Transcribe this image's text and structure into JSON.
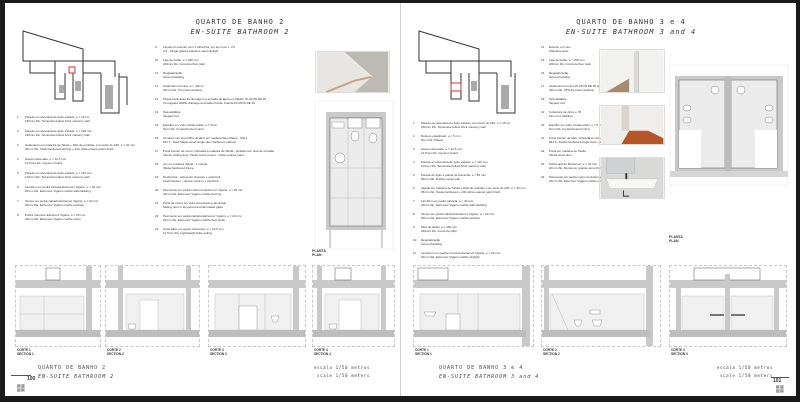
{
  "left_page": {
    "title_pt": "QUARTO DE BANHO 2",
    "title_en": "EN-SUITE BATHROOM 2",
    "footer_title_pt": "QUARTO DE BANHO 2",
    "footer_title_en": "EN-SUITE BATHROOM 2",
    "scale_pt": "escala 1/50 metros",
    "scale_en": "scale 1/50 meters",
    "page_number": "100",
    "plan_label": [
      "PLANTA",
      "PLAN"
    ],
    "sections": [
      {
        "pt": "CORTE 1",
        "en": "SECTION 1"
      },
      {
        "pt": "CORTE 2",
        "en": "SECTION 2"
      },
      {
        "pt": "CORTE 3",
        "en": "SECTION 3"
      },
      {
        "pt": "CORTE 4",
        "en": "SECTION 4"
      }
    ],
    "specs_col1": [
      {
        "n": "1",
        "l1": "Parede em alvenaria de tijolo vazado, e = 15 cm",
        "l2": "150mm thk. Terracotta hollow brick masonry wall"
      },
      {
        "n": "2",
        "l1": "Parede em alvenaria de tijolo vazado, e = 220 mm",
        "l2": "220mm thk. Terracotta hollow brick masonry wall"
      },
      {
        "n": "3",
        "l1": "Isolamento em madeira de Tatula + Ditis de ondulas, com tecto de 23K, e = 32 mm",
        "l2": "32mm thk. Tatuli hardwood skirting + 23K white enamel paint finish"
      },
      {
        "n": "4",
        "l1": "Gesso cartonado, e = 12,5 mm",
        "l2": "12.5mm thk. Gypsum board"
      },
      {
        "n": "5",
        "l1": "Parede em alvenaria de tijolo vazado, e = 110 mm",
        "l2": "110mm thk. Terracotta hollow brick masonry wall"
      },
      {
        "n": "6",
        "l1": "Lambrim em pedra calcaria Estremoz Vigario, e = 20 mm",
        "l2": "20mm thk. Estremoz Vigario marble wall cladding"
      },
      {
        "n": "7",
        "l1": "Tampo em pedra calcaria Estremoz Vigario, e = 20 mm",
        "l2": "20mm thk. Estremoz Vigario marble worktop"
      },
      {
        "n": "8",
        "l1": "Pedra marmore Estremoz Vigario, e = 20 mm",
        "l2": "20mm thk. Estremoz Vigario marble stone"
      }
    ],
    "specs_col2": [
      {
        "n": "9",
        "l1": "Lanternim exterior com 1 folha fixa, em aço inox c. 3.5",
        "l2": "3.5 - Single glazed stainless steel skylight"
      },
      {
        "n": "10",
        "l1": "Laje de betão, e = 200 mm",
        "l2": "200mm thk. Concrete floor slab"
      },
      {
        "n": "11",
        "l1": "Regularização",
        "l2": "Screed bedding"
      },
      {
        "n": "12",
        "l1": "Isolamento térmico, e = 30mm",
        "l2": "30mm thk. Thermal insulation"
      },
      {
        "n": "13",
        "l1": "Peças cerâmicas de drenagem e entrada de água em PEAD, PLATON DE 25",
        "l2": "Corrugated HDPE drainage and water barrier boards PLATON DE 25"
      },
      {
        "n": "14",
        "l1": "Tela asfáltica",
        "l2": "Tapped roof"
      },
      {
        "n": "15",
        "l1": "Espelho em vidro cristal polido, e = 5mm",
        "l2": "5mm thk. Crystal frosted mirror"
      },
      {
        "n": "16",
        "l1": "Armário com uma folha de abrir em madeira Sani Maple - MH 1",
        "l2": "MH 1 - Hard Maple wood single door bathroom cabinet"
      },
      {
        "n": "17",
        "l1": "Porta interior de correr, folheada a madeira de Tatula - pintada com tinta de esmalte",
        "l2": "Interior sliding door, Tatula wood veneer - white enamel paint"
      },
      {
        "n": "18",
        "l1": "Aro em madeira Tatula - 1 cornija",
        "l2": "Tatula hardwood frame"
      },
      {
        "n": "19",
        "l1": "Ducha fixa - coluna de chuveiro + estrutura",
        "l2": "Fixed shower - shower column + structure"
      },
      {
        "n": "20",
        "l1": "Pavimento em pedra marmore Estremoz Vigario, e = 20 mm",
        "l2": "20mm thk. Estremoz Vigario marble flooring"
      },
      {
        "n": "21",
        "l1": "Porta de correr em vidro temperado e laminado",
        "l2": "Sliding door in tempered and laminated glass"
      },
      {
        "n": "22",
        "l1": "Pavimento em pedra calcaria Estremoz Vigario, e = 20 mm",
        "l2": "20mm thk. Estremoz Vigario marble floor finish"
      },
      {
        "n": "23",
        "l1": "Tecto falso em gesso cartonado, e = 12,5 mm",
        "l2": "12.5mm thk. Lightweight false ceiling"
      }
    ]
  },
  "right_page": {
    "title_pt": "QUARTO DE BANHO 3 e 4",
    "title_en": "EN-SUITE BATHROOM 3 and 4",
    "footer_title_pt": "QUARTO DE BANHO 3 e 4",
    "footer_title_en": "EN-SUITE BATHROOM 3 and 4",
    "scale_pt": "escala 1/50 metros",
    "scale_en": "scale 1/50 meters",
    "page_number": "101",
    "plan_label": [
      "PLANTA",
      "PLAN"
    ],
    "sections": [
      {
        "pt": "CORTE 1",
        "en": "SECTION 1"
      },
      {
        "pt": "CORTE 2",
        "en": "SECTION 2"
      },
      {
        "pt": "CORTE 3",
        "en": "SECTION 3"
      }
    ],
    "specs_col1": [
      {
        "n": "1",
        "l1": "Parede em alvenaria de tijolo vazado, com tecto de 23K, e = 15 cm",
        "l2": "150mm thk. Terracotta hollow brick masonry wall"
      },
      {
        "n": "2",
        "l1": "Reboco estanhado, e = 5 mm",
        "l2": "5mm thk. Plaster"
      },
      {
        "n": "3",
        "l1": "Gesso cartonado, e = 12,5 mm",
        "l2": "12.5mm thk. Gypsum board"
      },
      {
        "n": "4",
        "l1": "Parede em alvenaria de tijolo vazado, e = 110 mm",
        "l2": "110mm thk. Terracotta hollow brick masonry wall"
      },
      {
        "n": "5",
        "l1": "Parede de tijolo e painel de borracha, e = 80 mm",
        "l2": "80mm thk. Rubber panel wall"
      },
      {
        "n": "6",
        "l1": "Alçado em madeira de Tatula + Ditis de ondulas, com tecto de 23K, e = 35 mm",
        "l2": "35mm thk. Tatula hardwood + 23K white enamel paint finish"
      },
      {
        "n": "7",
        "l1": "Lambrim em pedra calcaria, e = 20 mm",
        "l2": "20mm thk. Estremoz Vigario marble wall cladding"
      },
      {
        "n": "8",
        "l1": "Tampo em pedra calcaria Estremoz Vigario, e = 20 mm",
        "l2": "20mm thk. Estremoz Vigario marble worktop"
      },
      {
        "n": "9",
        "l1": "Pilar de betão, e = 200 mm",
        "l2": "200mm thk. Concrete pillar"
      },
      {
        "n": "10",
        "l1": "Regularização",
        "l2": "Screed bedding"
      },
      {
        "n": "11",
        "l1": "Lanternim em pedra marmore Estremoz Vigario, e = 20 mm",
        "l2": "20mm thk. Estremoz Vigario marble skylight"
      },
      {
        "n": "12",
        "l1": "Isolamento térmico, e = 30 mm",
        "l2": "30mm thk. Thermal insulation"
      },
      {
        "n": "13",
        "l1": "Tecto falso em gesso cartonado, e = 12,5 mm",
        "l2": "240 x 15 x 15mm thk. Gypsum ceiling"
      }
    ],
    "specs_col2": [
      {
        "n": "14",
        "l1": "Exterior em inox",
        "l2": "Stainless steel"
      },
      {
        "n": "15",
        "l1": "Laje de betão, e = 200 mm",
        "l2": "200mm thk. Concrete floor slab"
      },
      {
        "n": "16",
        "l1": "Regularização",
        "l2": "Screed bedding"
      },
      {
        "n": "17",
        "l1": "Isolamento térmico PLATON DE 25 de impermeável",
        "l2": "40mm thk. XPS thermal insulation"
      },
      {
        "n": "18",
        "l1": "Tela asfáltica",
        "l2": "Tapped roof"
      },
      {
        "n": "19",
        "l1": "Cobertura de zinco e 78",
        "l2": "Zinc roof cladding"
      },
      {
        "n": "20",
        "l1": "Espelho em vidro cristal polido, e = 5 mm",
        "l2": "5mm thk. Crystal frosted mirror"
      },
      {
        "n": "21",
        "l1": "Porta interior de abrir, folheada a madeira de Tatula - pintada Maple - MH 3",
        "l2": "MH 3 - Tatula hardwood single door + 23K white enamel paint"
      },
      {
        "n": "22",
        "l1": "Porta em madeira de Tatula",
        "l2": "Tatula wood door"
      },
      {
        "n": "23",
        "l1": "Pedra granito Montemor, e = 20 mm",
        "l2": "20mm thk. Montemor granite stone floor"
      },
      {
        "n": "24",
        "l1": "Pavimento em pedra marmore Estremoz Vigario, e = 20 mm",
        "l2": "20mm thk. Estremoz Vigario marble stone floor"
      }
    ]
  },
  "colors": {
    "background": "#1a1a1a",
    "page": "#ffffff",
    "line": "#555555",
    "wall_fill": "#c9c9c9",
    "tile_fill": "#ececec",
    "keyplan_highlight": "#d03030",
    "wood_floor": "#b5562a"
  }
}
